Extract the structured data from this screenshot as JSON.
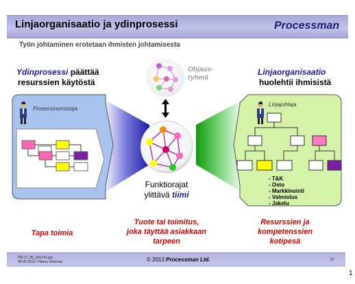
{
  "header": {
    "title": "Linjaorganisaatio ja ydinprosessi",
    "brand": "Processman"
  },
  "subtitle": "Työn johtaminen erotetaan ihmisten johtamisesta",
  "left": {
    "heading_em": "Ydinprosessi",
    "heading_rest": " päättää",
    "heading_line2": "resurssien käytöstä",
    "role_label": "Prosessinomistaja",
    "bottom_label": "Tapa toimia"
  },
  "center": {
    "steering_line1": "Ohjaus-",
    "steering_line2": "ryhmä",
    "team_line1": "Funktiorajat",
    "team_line2_prefix": "ylittävä ",
    "team_line2_em": "tiimi",
    "bottom_line1": "Tuote tai toimitus,",
    "bottom_line2": "joka täyttää asiakkaan",
    "bottom_line3": "tarpeen"
  },
  "right": {
    "heading_em": "Linjaorganisaatio",
    "heading_line2": "huolehtii ihmisistä",
    "role_label": "Linjajohtaja",
    "functions": [
      "- T&K",
      "- Osto",
      "- Markkinointi",
      "- Valmistus",
      "- Jakelu"
    ],
    "bottom_line1": "Resurssien ja",
    "bottom_line2": "kompetenssien",
    "bottom_line3": "kotipesä"
  },
  "footer": {
    "file_line1": "PM 17_05_2013 FI.ppt",
    "file_line2": "08.05.2013 / Hannu Vierimaa",
    "copyright_prefix": "© 2013 ",
    "copyright_brand": "Processman Ltd.",
    "page_number": "27"
  },
  "slide_number": "1",
  "colors": {
    "left_panel": "#a9c3ef",
    "right_panel": "#d4f2a8",
    "funnel_blue": "#3a3ab8",
    "funnel_green": "#2fae2f",
    "title_text": "#000000",
    "brand": "#1a1a7a",
    "accent_red": "#d40000",
    "accent_blue": "#1a1aa0"
  }
}
